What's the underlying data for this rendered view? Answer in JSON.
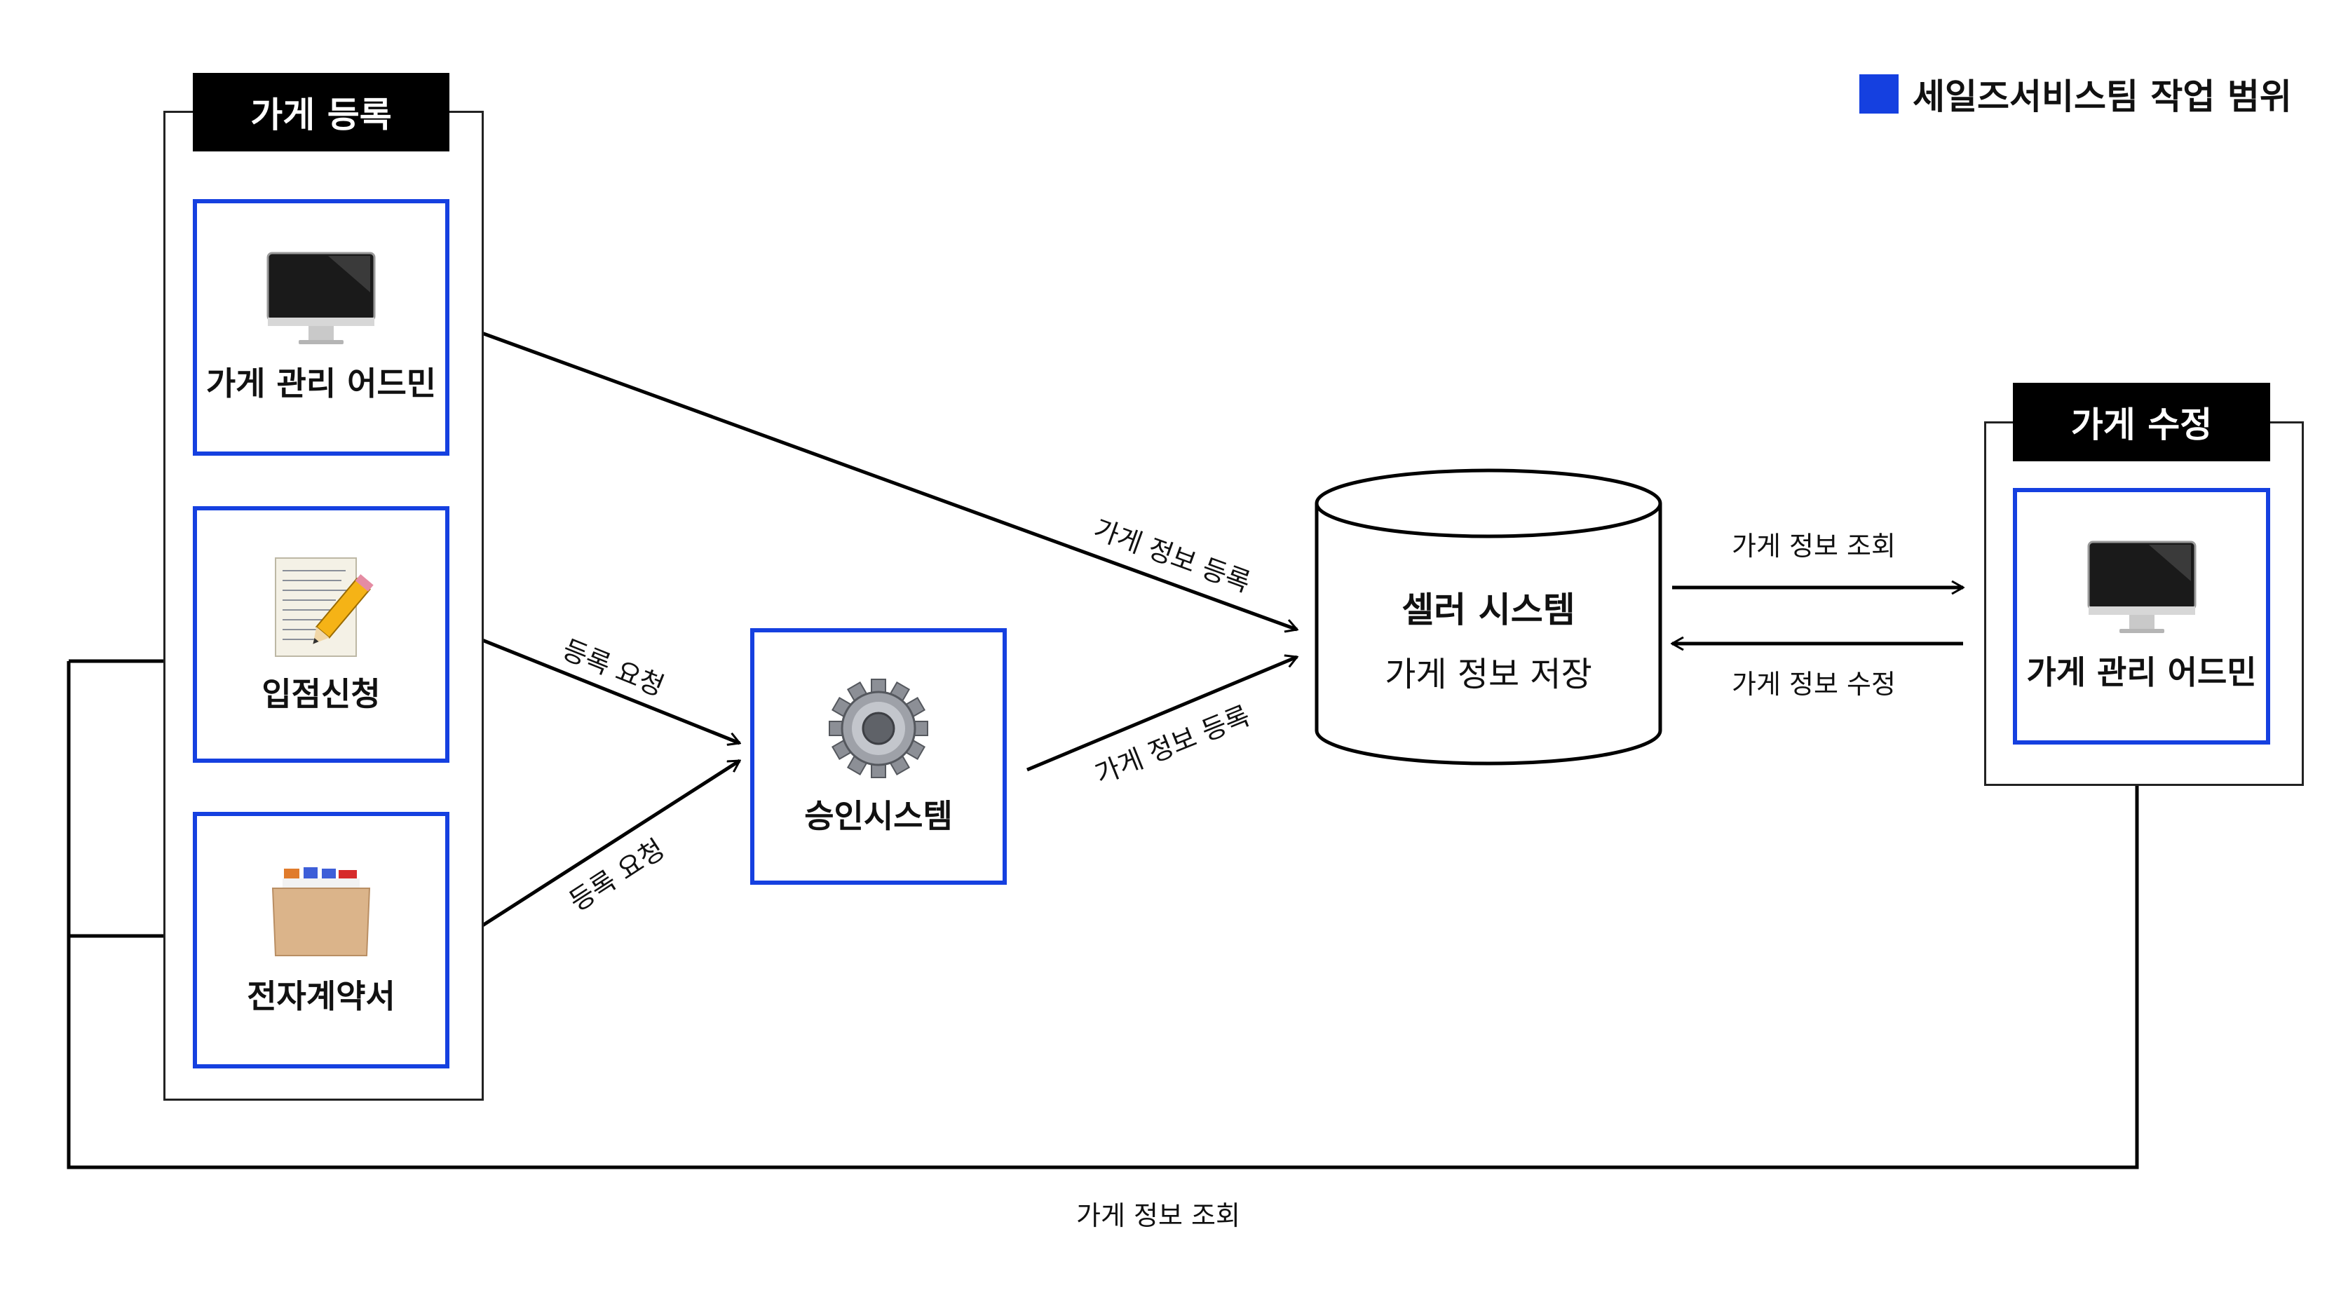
{
  "legend": {
    "label": "세일즈서비스팀 작업 범위",
    "color": "#1540e0"
  },
  "groups": {
    "register": {
      "title": "가게 등록"
    },
    "edit": {
      "title": "가게 수정"
    }
  },
  "nodes": {
    "admin_left": {
      "label": "가게 관리 어드민",
      "icon": "monitor-icon"
    },
    "application": {
      "label": "입점신청",
      "icon": "notepad-pencil-icon"
    },
    "contract": {
      "label": "전자계약서",
      "icon": "file-drawer-icon"
    },
    "approval": {
      "label": "승인시스템",
      "icon": "gear-icon"
    },
    "admin_right": {
      "label": "가게 관리 어드민",
      "icon": "monitor-icon"
    }
  },
  "database": {
    "title": "셀러 시스템",
    "subtitle": "가게 정보 저장"
  },
  "edges": {
    "admin_to_db": "가게 정보 등록",
    "application_to_approval": "등록 요청",
    "contract_to_approval": "등록 요청",
    "approval_to_db": "가게 정보 등록",
    "db_to_admin_right": "가게 정보 조회",
    "admin_right_to_db": "가게 정보 수정",
    "feedback_loop": "가게 정보 조회"
  },
  "colors": {
    "accent": "#1540e0",
    "line": "#000000"
  }
}
